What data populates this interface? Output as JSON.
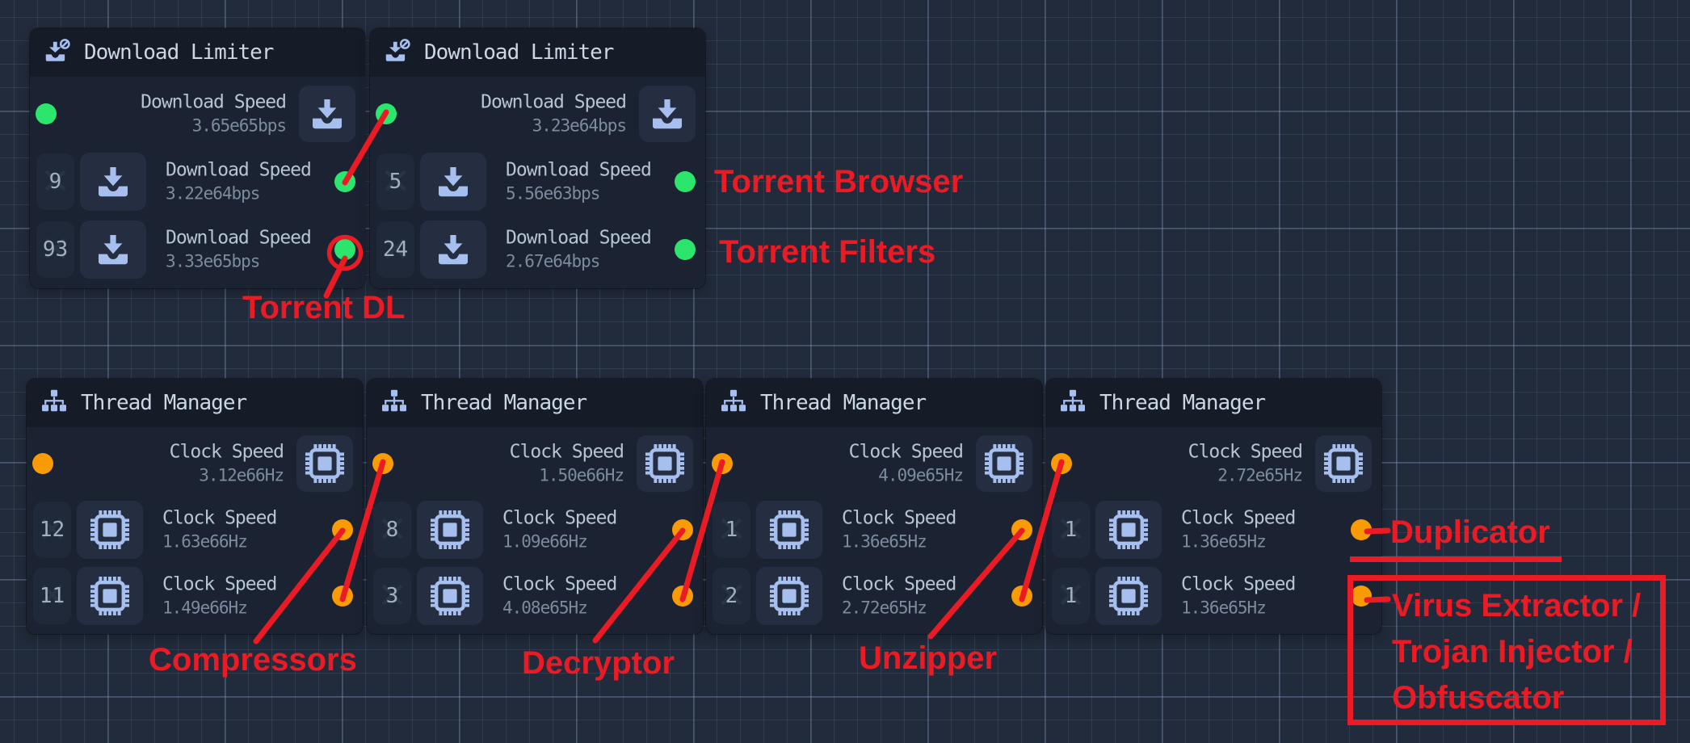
{
  "colors": {
    "green": "#2be56d",
    "orange": "#f99b05",
    "red": "#ea1b24",
    "icon": "#a7bfef"
  },
  "panels": [
    {
      "title": "Download Limiter",
      "rows": [
        {
          "label": "Download Speed",
          "value": "3.65e65bps"
        },
        {
          "count": "9",
          "label": "Download Speed",
          "value": "3.22e64bps"
        },
        {
          "count": "93",
          "label": "Download Speed",
          "value": "3.33e65bps"
        }
      ]
    },
    {
      "title": "Download Limiter",
      "rows": [
        {
          "label": "Download Speed",
          "value": "3.23e64bps"
        },
        {
          "count": "5",
          "label": "Download Speed",
          "value": "5.56e63bps"
        },
        {
          "count": "24",
          "label": "Download Speed",
          "value": "2.67e64bps"
        }
      ]
    },
    {
      "title": "Thread Manager",
      "rows": [
        {
          "label": "Clock Speed",
          "value": "3.12e66Hz"
        },
        {
          "count": "12",
          "label": "Clock Speed",
          "value": "1.63e66Hz"
        },
        {
          "count": "11",
          "label": "Clock Speed",
          "value": "1.49e66Hz"
        }
      ]
    },
    {
      "title": "Thread Manager",
      "rows": [
        {
          "label": "Clock Speed",
          "value": "1.50e66Hz"
        },
        {
          "count": "8",
          "label": "Clock Speed",
          "value": "1.09e66Hz"
        },
        {
          "count": "3",
          "label": "Clock Speed",
          "value": "4.08e65Hz"
        }
      ]
    },
    {
      "title": "Thread Manager",
      "rows": [
        {
          "label": "Clock Speed",
          "value": "4.09e65Hz"
        },
        {
          "count": "1",
          "label": "Clock Speed",
          "value": "1.36e65Hz"
        },
        {
          "count": "2",
          "label": "Clock Speed",
          "value": "2.72e65Hz"
        }
      ]
    },
    {
      "title": "Thread Manager",
      "rows": [
        {
          "label": "Clock Speed",
          "value": "2.72e65Hz"
        },
        {
          "count": "1",
          "label": "Clock Speed",
          "value": "1.36e65Hz"
        },
        {
          "count": "1",
          "label": "Clock Speed",
          "value": "1.36e65Hz"
        }
      ]
    }
  ],
  "annotations": {
    "torrent_dl": "Torrent DL",
    "torrent_browser": "Torrent Browser",
    "torrent_filters": "Torrent Filters",
    "compressors": "Compressors",
    "decryptor": "Decryptor",
    "unzipper": "Unzipper",
    "duplicator": "Duplicator",
    "virus_lines": [
      "Virus Extractor /",
      "Trojan Injector /",
      "Obfuscator"
    ]
  }
}
